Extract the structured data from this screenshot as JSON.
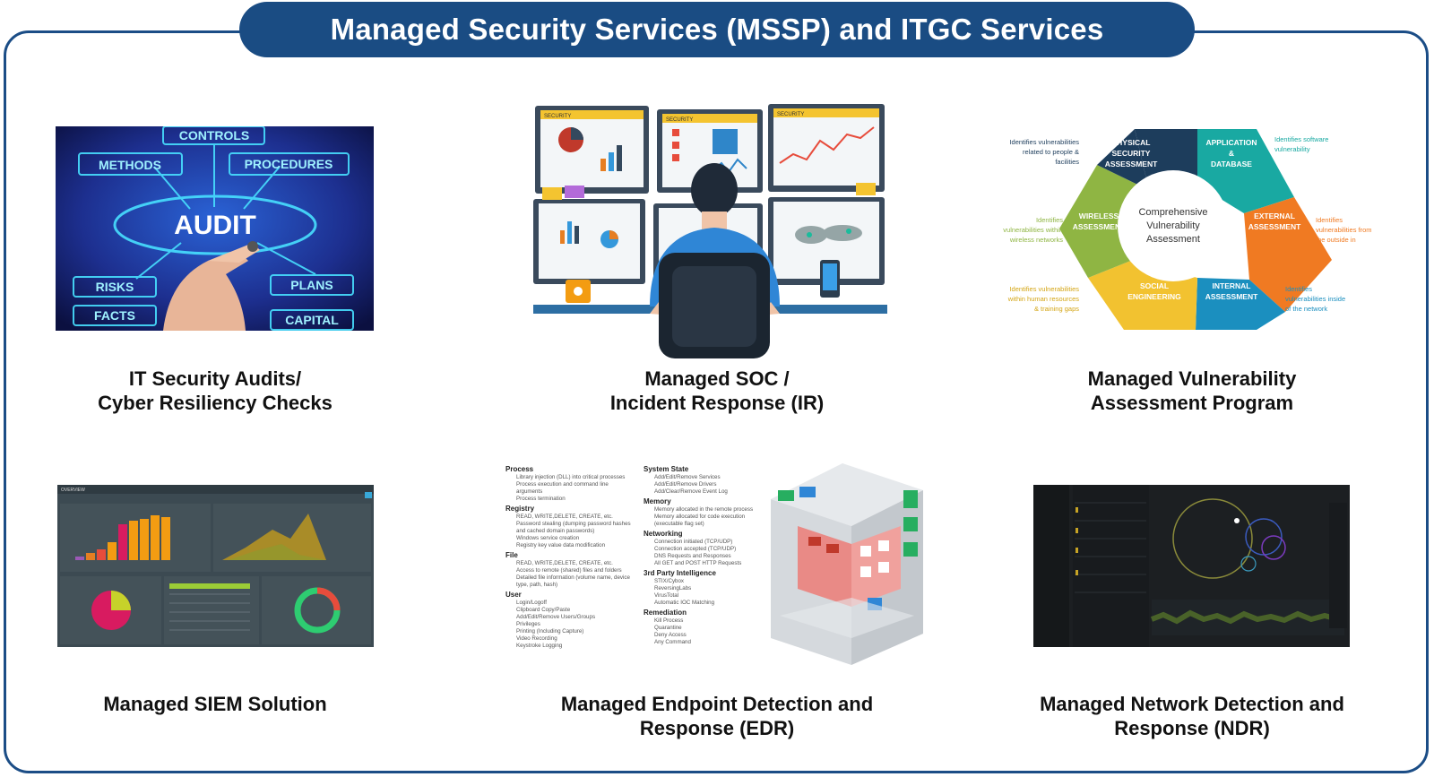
{
  "title": "Managed Security Services (MSSP) and ITGC Services",
  "services": [
    {
      "line1": "IT Security Audits/",
      "line2": "Cyber Resiliency Checks"
    },
    {
      "line1": "Managed SOC /",
      "line2": "Incident Response (IR)"
    },
    {
      "line1": "Managed Vulnerability",
      "line2": "Assessment Program"
    },
    {
      "line1": "Managed SIEM Solution",
      "line2": ""
    },
    {
      "line1": "Managed Endpoint Detection and",
      "line2": "Response (EDR)"
    },
    {
      "line1": "Managed Network Detection and",
      "line2": "Response (NDR)"
    }
  ],
  "audit_image": {
    "center": "AUDIT",
    "labels": [
      "CONTROLS",
      "METHODS",
      "PROCEDURES",
      "RISKS",
      "PLANS",
      "FACTS",
      "CAPITAL"
    ]
  },
  "vuln_diagram": {
    "center": [
      "Comprehensive",
      "Vulnerability",
      "Assessment"
    ],
    "segments": [
      {
        "label": [
          "PHYSICAL",
          "SECURITY",
          "ASSESSMENT"
        ],
        "color": "#1d3d5c"
      },
      {
        "label": [
          "APPLICATION",
          "&",
          "DATABASE"
        ],
        "color": "#19a9a2"
      },
      {
        "label": [
          "EXTERNAL",
          "ASSESSMENT"
        ],
        "color": "#f07a22"
      },
      {
        "label": [
          "INTERNAL",
          "ASSESSMENT"
        ],
        "color": "#1b8fbf"
      },
      {
        "label": [
          "SOCIAL",
          "ENGINEERING"
        ],
        "color": "#f2c230"
      },
      {
        "label": [
          "WIRELESS",
          "ASSESSMENT"
        ],
        "color": "#8fb543"
      }
    ],
    "notes": [
      [
        "Identifies vulnerabilities",
        "related to people &",
        "facilities"
      ],
      [
        "Identifies software",
        "vulnerability"
      ],
      [
        "Identifies",
        "vulnerabilities from",
        "the outside in"
      ],
      [
        "Identifies",
        "vulnerabilities inside",
        "of the network"
      ],
      [
        "Identifies vulnerabilities",
        "within human resources",
        "& training gaps"
      ],
      [
        "Identifies",
        "vulnerabilities within",
        "wireless networks"
      ]
    ]
  },
  "edr_list": {
    "col1": [
      {
        "head": "Process",
        "items": [
          "Library injection (DLL) into critical processes",
          "Process execution and command line arguments",
          "Process termination"
        ]
      },
      {
        "head": "Registry",
        "items": [
          "READ, WRITE,DELETE, CREATE, etc.",
          "Password stealing (dumping password hashes and cached domain passwords)",
          "Windows service creation",
          "Registry key value data modification"
        ]
      },
      {
        "head": "File",
        "items": [
          "READ, WRITE,DELETE, CREATE, etc.",
          "Access to remote (shared) files and folders",
          "Detailed file information (volume name, device type, path, hash)"
        ]
      },
      {
        "head": "User",
        "items": [
          "Login/Logoff",
          "Clipboard Copy/Paste",
          "Add/Edit/Remove Users/Groups",
          "Privileges",
          "Printing (Including Capture)",
          "Video Recording",
          "Keystroke Logging"
        ]
      }
    ],
    "col2": [
      {
        "head": "System State",
        "items": [
          "Add/Edit/Remove Services",
          "Add/Edit/Remove Drivers",
          "Add/Clear/Remove Event Log"
        ]
      },
      {
        "head": "Memory",
        "items": [
          "Memory allocated in the remote process",
          "Memory allocated for code execution (executable flag set)"
        ]
      },
      {
        "head": "Networking",
        "items": [
          "Connection initiated (TCP/UDP)",
          "Connection accepted (TCP/UDP)",
          "DNS Requests and Responses",
          "All GET and POST HTTP Requests"
        ]
      },
      {
        "head": "3rd Party Intelligence",
        "items": [
          "STIX/Cybox",
          "ReversingLabs",
          "VirusTotal",
          "Automatic IOC Matching"
        ]
      },
      {
        "head": "Remediation",
        "items": [
          "Kill Process",
          "Quarantine",
          "Deny Access",
          "Any Command"
        ]
      }
    ]
  },
  "soc_screen_label": "SECURITY",
  "siem_header": "OVERVIEW",
  "colors": {
    "brand": "#1a4c83",
    "frame": "#1b4d86"
  }
}
